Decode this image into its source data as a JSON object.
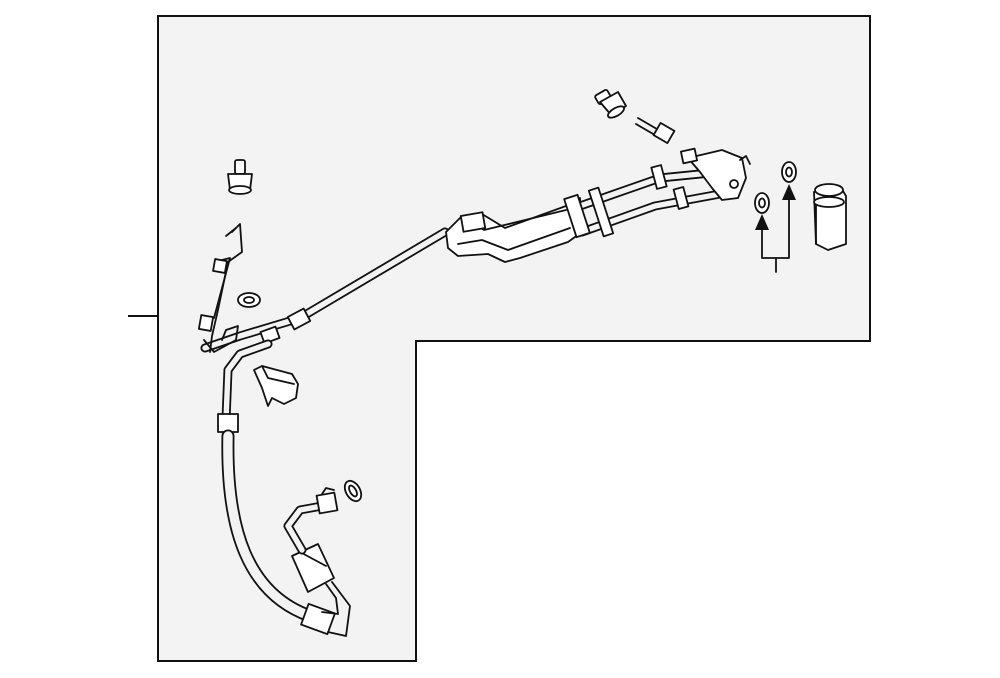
{
  "diagram": {
    "kind": "parts-exploded-view",
    "colors": {
      "line": "#111111",
      "panel": "#f3f3f3",
      "background": "#ffffff"
    },
    "parts": [
      {
        "name": "suction-line-assembly"
      },
      {
        "name": "discharge-hose"
      },
      {
        "name": "service-valve-cap-left"
      },
      {
        "name": "service-valve-cap-top"
      },
      {
        "name": "mounting-bolt"
      },
      {
        "name": "mounting-bracket"
      },
      {
        "name": "o-ring"
      },
      {
        "name": "o-ring-lower"
      },
      {
        "name": "o-ring-pair"
      },
      {
        "name": "expansion-valve"
      }
    ]
  }
}
